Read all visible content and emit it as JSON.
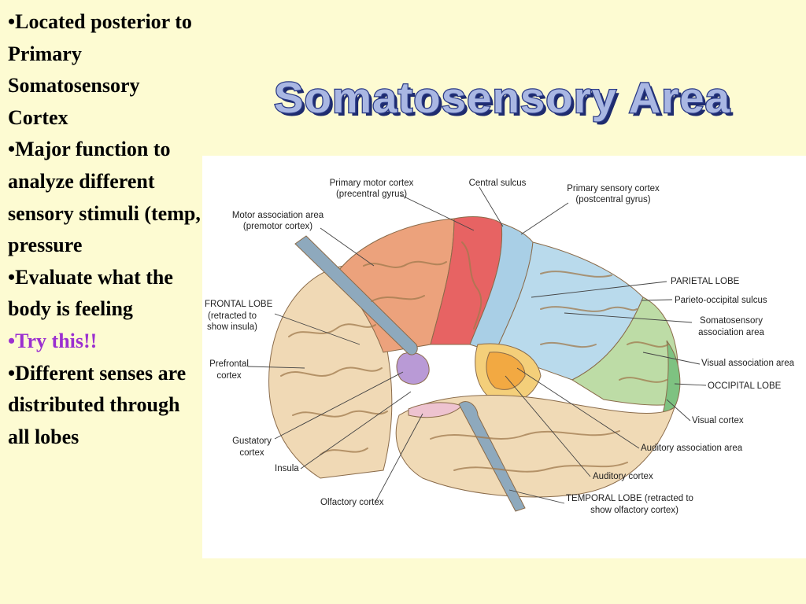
{
  "slide": {
    "title": "Somatosensory Area",
    "bullets": [
      {
        "text": "•Located posterior to Primary Somatosensory Cortex",
        "accent": false
      },
      {
        "text": "•Major function to analyze different sensory stimuli (temp, pressure",
        "accent": false
      },
      {
        "text": "•Evaluate what the body is feeling",
        "accent": false
      },
      {
        "text": "•Try this!!",
        "accent": true
      },
      {
        "text": "•Different senses are distributed through all lobes",
        "accent": false
      }
    ],
    "colors": {
      "background": "#fdfbd2",
      "title_fill": "#a9b7e3",
      "title_outline": "#2a3a86",
      "accent_text": "#9b2fd0"
    }
  },
  "diagram": {
    "regions": [
      {
        "name": "frontal",
        "color": "#f0d9b5"
      },
      {
        "name": "motor-association",
        "color": "#eca27c"
      },
      {
        "name": "primary-motor",
        "color": "#e76363"
      },
      {
        "name": "primary-sensory",
        "color": "#a9cfe6"
      },
      {
        "name": "somatosensory-association",
        "color": "#b9daec"
      },
      {
        "name": "visual-association",
        "color": "#bddca6"
      },
      {
        "name": "visual-cortex",
        "color": "#7ec281"
      },
      {
        "name": "auditory-association",
        "color": "#f4cf7a"
      },
      {
        "name": "auditory",
        "color": "#f2a942"
      },
      {
        "name": "temporal",
        "color": "#f0dab6"
      },
      {
        "name": "gustatory",
        "color": "#b99ad6"
      },
      {
        "name": "olfactory",
        "color": "#eec3d0"
      },
      {
        "name": "retractor",
        "color": "#8ea9bd"
      }
    ],
    "labels": {
      "primary_motor": [
        "Primary motor cortex",
        "(precentral gyrus)"
      ],
      "central_sulcus": [
        "Central sulcus"
      ],
      "primary_sensory": [
        "Primary sensory cortex",
        "(postcentral gyrus)"
      ],
      "motor_association": [
        "Motor association area",
        "(premotor cortex)"
      ],
      "parietal_lobe": [
        "PARIETAL LOBE"
      ],
      "parieto_occipital": [
        "Parieto-occipital sulcus"
      ],
      "frontal_lobe": [
        "FRONTAL LOBE",
        "(retracted to",
        "show insula)"
      ],
      "somatosensory_association": [
        "Somatosensory",
        "association area"
      ],
      "prefrontal": [
        "Prefrontal",
        "cortex"
      ],
      "visual_association": [
        "Visual association area"
      ],
      "occipital_lobe": [
        "OCCIPITAL LOBE"
      ],
      "visual_cortex": [
        "Visual cortex"
      ],
      "gustatory": [
        "Gustatory",
        "cortex"
      ],
      "auditory_association": [
        "Auditory association area"
      ],
      "insula": [
        "Insula"
      ],
      "auditory": [
        "Auditory cortex"
      ],
      "olfactory": [
        "Olfactory cortex"
      ],
      "temporal_lobe": [
        "TEMPORAL LOBE (retracted to",
        "show olfactory cortex)"
      ]
    }
  }
}
